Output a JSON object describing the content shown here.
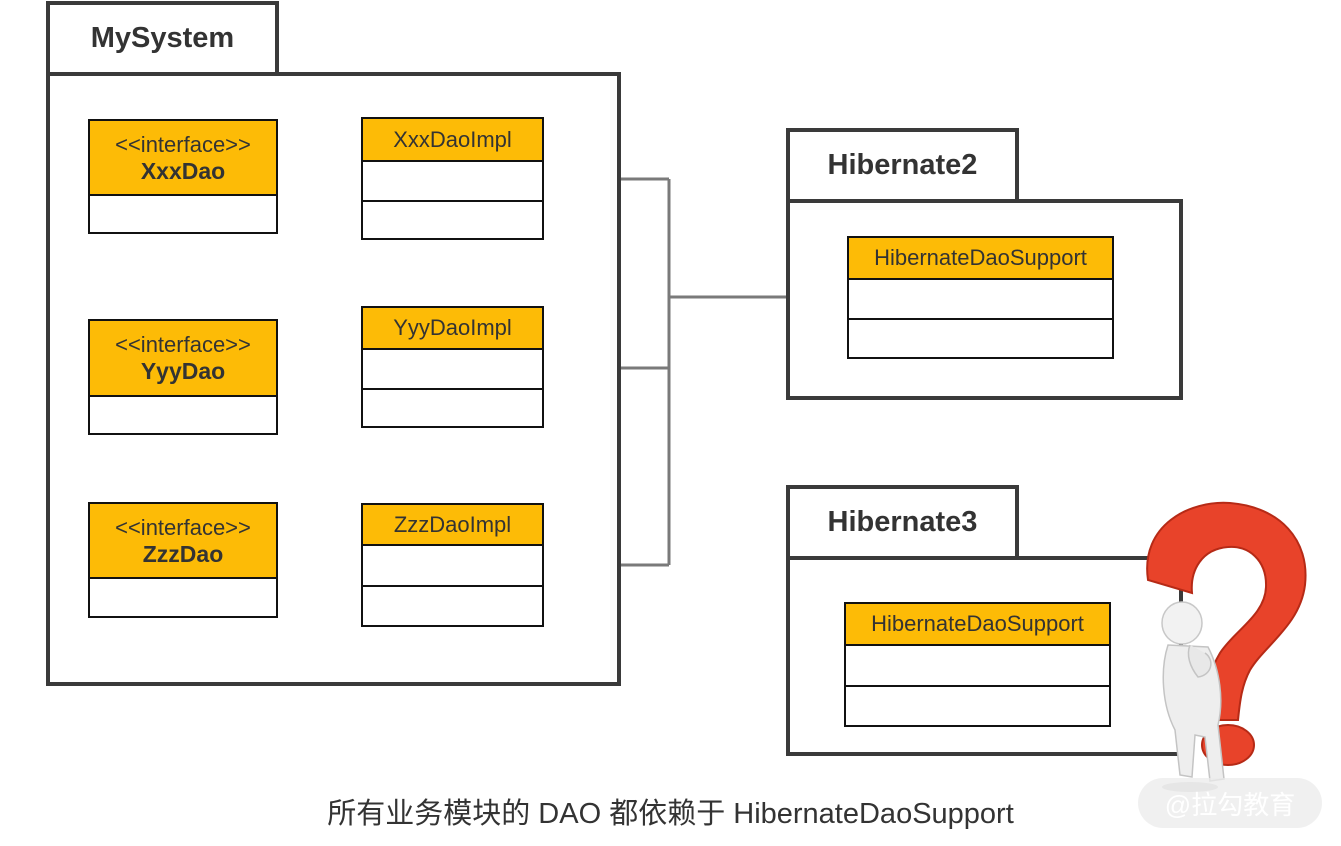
{
  "packages": {
    "mysystem": {
      "name": "MySystem"
    },
    "hibernate2": {
      "name": "Hibernate2"
    },
    "hibernate3": {
      "name": "Hibernate3"
    }
  },
  "interfaces": [
    {
      "stereotype": "<<interface>>",
      "name": "XxxDao"
    },
    {
      "stereotype": "<<interface>>",
      "name": "YyyDao"
    },
    {
      "stereotype": "<<interface>>",
      "name": "ZzzDao"
    }
  ],
  "impls": [
    {
      "name": "XxxDaoImpl"
    },
    {
      "name": "YyyDaoImpl"
    },
    {
      "name": "ZzzDaoImpl"
    }
  ],
  "support_h2": {
    "name": "HibernateDaoSupport"
  },
  "support_h3": {
    "name": "HibernateDaoSupport"
  },
  "caption": "所有业务模块的 DAO 都依赖于 HibernateDaoSupport",
  "watermark": "@拉勾教育",
  "colors": {
    "class_header": "#fdbb06",
    "border": "#3a3a3a",
    "arrow": "#7a7a7a",
    "question_mark": "#e8432a"
  },
  "icons": {
    "thinker": "thinking-person-question-mark-icon"
  }
}
